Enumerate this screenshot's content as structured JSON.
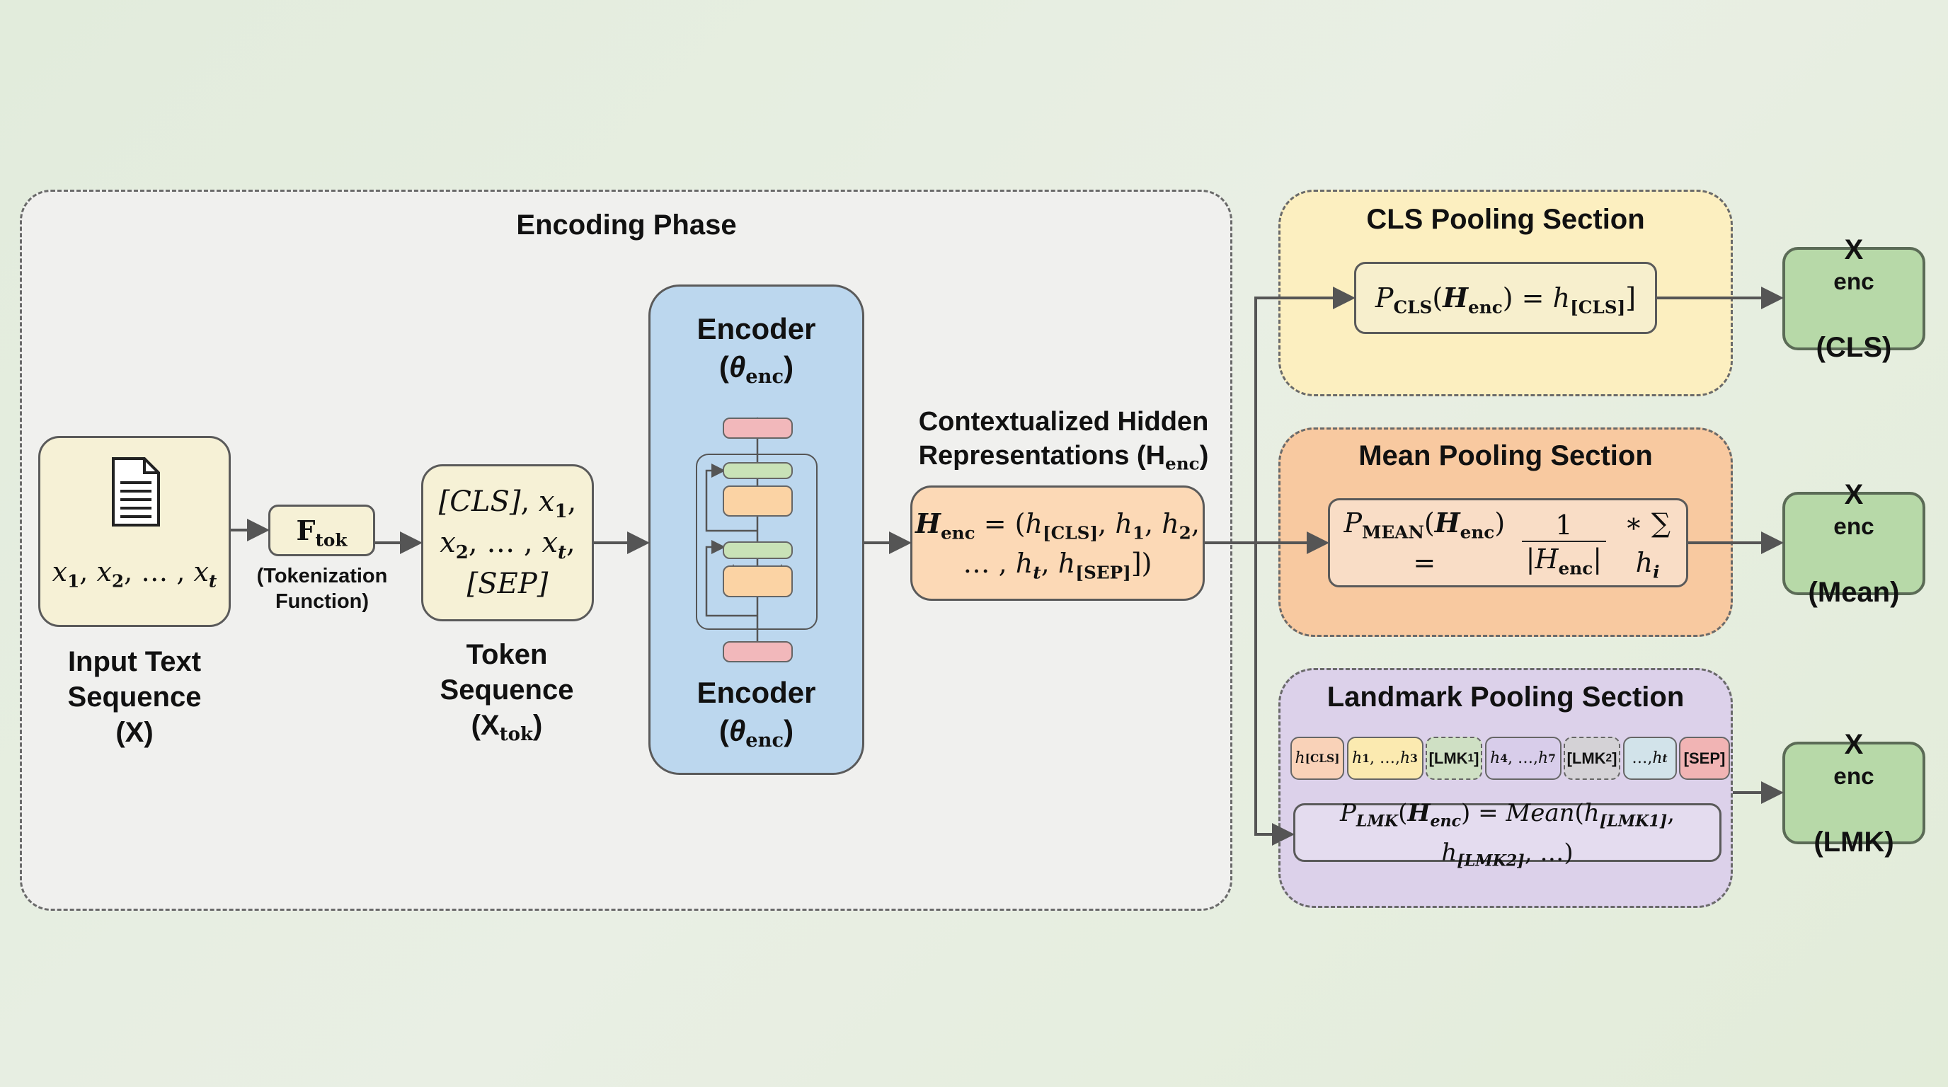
{
  "colors": {
    "encoding_phase_bg": "#f0f0ee",
    "input_box": "#f6f1d6",
    "encoder": "#bcd7ee",
    "hidden_repr": "#fcd9b6",
    "cls_section": "#fcefc0",
    "mean_section": "#f8c9a0",
    "lmk_section": "#dcd1ea",
    "output": "#b7d9a8",
    "layer_red": "#f2b8bb",
    "layer_green": "#c9e2b7",
    "layer_orange": "#fbd3a4"
  },
  "encoding_phase": {
    "title": "Encoding Phase"
  },
  "input": {
    "icon": "document-icon",
    "sequence": [
      {
        "t": "x",
        "s": "i"
      },
      {
        "t": "1",
        "s": "sub"
      },
      {
        "t": ", "
      },
      {
        "t": "x",
        "s": "i"
      },
      {
        "t": "2",
        "s": "sub"
      },
      {
        "t": ", … , "
      },
      {
        "t": "x",
        "s": "i"
      },
      {
        "t": "t",
        "s": "subi"
      }
    ],
    "label": [
      {
        "t": "Input Text"
      },
      {
        "t": "br"
      },
      {
        "t": "Sequence"
      },
      {
        "t": "br"
      },
      {
        "t": "(X)"
      }
    ]
  },
  "tokenizer": {
    "name": [
      {
        "t": "F",
        "s": "b"
      },
      {
        "t": "tok",
        "s": "subb"
      }
    ],
    "label": [
      {
        "t": "(Tokenization"
      },
      {
        "t": "br"
      },
      {
        "t": "Function)"
      }
    ]
  },
  "token_sequence": {
    "content": [
      {
        "t": "[CLS]",
        "s": "i"
      },
      {
        "t": ", "
      },
      {
        "t": "x",
        "s": "i"
      },
      {
        "t": "1",
        "s": "sub"
      },
      {
        "t": ","
      },
      {
        "t": "br"
      },
      {
        "t": "x",
        "s": "i"
      },
      {
        "t": "2",
        "s": "sub"
      },
      {
        "t": ", … , "
      },
      {
        "t": "x",
        "s": "i"
      },
      {
        "t": "t",
        "s": "subi"
      },
      {
        "t": ","
      },
      {
        "t": "br"
      },
      {
        "t": "[SEP]",
        "s": "i"
      }
    ],
    "label": [
      {
        "t": "Token"
      },
      {
        "t": "br"
      },
      {
        "t": "Sequence"
      },
      {
        "t": "br"
      },
      {
        "t": "(X"
      },
      {
        "t": "tok",
        "s": "sub"
      },
      {
        "t": ")"
      }
    ]
  },
  "encoder": {
    "top_label": [
      {
        "t": "Encoder"
      },
      {
        "t": "br"
      },
      {
        "t": "("
      },
      {
        "t": "θ",
        "s": "bi"
      },
      {
        "t": "enc",
        "s": "sub"
      },
      {
        "t": ")"
      }
    ],
    "bottom_label": [
      {
        "t": "Encoder"
      },
      {
        "t": "br"
      },
      {
        "t": "("
      },
      {
        "t": "θ",
        "s": "bi"
      },
      {
        "t": "enc",
        "s": "sub"
      },
      {
        "t": ")"
      }
    ]
  },
  "hidden": {
    "label": [
      {
        "t": "Contextualized Hidden"
      },
      {
        "t": "br"
      },
      {
        "t": "Representations (H"
      },
      {
        "t": "enc",
        "s": "sub"
      },
      {
        "t": ")"
      }
    ],
    "formula": [
      {
        "t": "H",
        "s": "bi"
      },
      {
        "t": "enc",
        "s": "sub"
      },
      {
        "t": " = ("
      },
      {
        "t": "h",
        "s": "i"
      },
      {
        "t": "[CLS]",
        "s": "sub"
      },
      {
        "t": ", "
      },
      {
        "t": "h",
        "s": "i"
      },
      {
        "t": "1",
        "s": "sub"
      },
      {
        "t": ", "
      },
      {
        "t": "h",
        "s": "i"
      },
      {
        "t": "2",
        "s": "sub"
      },
      {
        "t": ","
      },
      {
        "t": "br"
      },
      {
        "t": "… , "
      },
      {
        "t": "h",
        "s": "i"
      },
      {
        "t": "t",
        "s": "subi"
      },
      {
        "t": ", "
      },
      {
        "t": "h",
        "s": "i"
      },
      {
        "t": "[SEP]",
        "s": "sub"
      },
      {
        "t": "])"
      }
    ]
  },
  "cls": {
    "title": "CLS Pooling Section",
    "formula": [
      {
        "t": "P",
        "s": "i"
      },
      {
        "t": "CLS",
        "s": "sub"
      },
      {
        "t": "("
      },
      {
        "t": "H",
        "s": "bi"
      },
      {
        "t": "enc",
        "s": "sub"
      },
      {
        "t": ") = "
      },
      {
        "t": "h",
        "s": "i"
      },
      {
        "t": "[CLS]",
        "s": "sub"
      },
      {
        "t": "]"
      }
    ],
    "output": [
      {
        "t": "X",
        "s": "b"
      },
      {
        "t": "enc",
        "s": "subb"
      },
      {
        "t": "br"
      },
      {
        "t": "(CLS)"
      }
    ]
  },
  "mean": {
    "title": "Mean Pooling Section",
    "formula_left": [
      {
        "t": "P",
        "s": "i"
      },
      {
        "t": "MEAN",
        "s": "sub"
      },
      {
        "t": "("
      },
      {
        "t": "H",
        "s": "bi"
      },
      {
        "t": "enc",
        "s": "sub"
      },
      {
        "t": ") = "
      }
    ],
    "numerator": "1",
    "denominator": [
      {
        "t": "|"
      },
      {
        "t": "H",
        "s": "i"
      },
      {
        "t": "enc",
        "s": "sub"
      },
      {
        "t": "|"
      }
    ],
    "formula_right": [
      {
        "t": " ∗ ∑ "
      },
      {
        "t": "h",
        "s": "i"
      },
      {
        "t": "i",
        "s": "subi"
      }
    ],
    "output": [
      {
        "t": "X",
        "s": "b"
      },
      {
        "t": "enc",
        "s": "subb"
      },
      {
        "t": "br"
      },
      {
        "t": "(Mean)"
      }
    ]
  },
  "lmk": {
    "title": "Landmark Pooling Section",
    "tokens": [
      {
        "content": [
          {
            "t": "h",
            "s": "i"
          },
          {
            "t": "[CLS]",
            "s": "sub"
          }
        ],
        "color": "#f9d2b8",
        "dashed": false,
        "sans": false
      },
      {
        "content": [
          {
            "t": "h",
            "s": "i"
          },
          {
            "t": "1",
            "s": "sub"
          },
          {
            "t": ", …, "
          },
          {
            "t": "h",
            "s": "i"
          },
          {
            "t": "3",
            "s": "sub"
          }
        ],
        "color": "#fbeab0",
        "dashed": false,
        "sans": false
      },
      {
        "content": [
          {
            "t": "[LMK"
          },
          {
            "t": "1",
            "s": "sub"
          },
          {
            "t": "]"
          }
        ],
        "color": "#cfe0c4",
        "dashed": true,
        "sans": true
      },
      {
        "content": [
          {
            "t": "h",
            "s": "i"
          },
          {
            "t": "4",
            "s": "sub"
          },
          {
            "t": ", …, "
          },
          {
            "t": "h",
            "s": "i"
          },
          {
            "t": "7",
            "s": "sub"
          }
        ],
        "color": "#d8cdea",
        "dashed": false,
        "sans": false
      },
      {
        "content": [
          {
            "t": "[LMK"
          },
          {
            "t": "2",
            "s": "sub"
          },
          {
            "t": "]"
          }
        ],
        "color": "#d4d2d6",
        "dashed": true,
        "sans": true
      },
      {
        "content": [
          {
            "t": "…, "
          },
          {
            "t": "h",
            "s": "i"
          },
          {
            "t": "t",
            "s": "subi"
          }
        ],
        "color": "#d2e3ea",
        "dashed": false,
        "sans": false
      },
      {
        "content": [
          {
            "t": "[SEP]"
          }
        ],
        "color": "#f1b4b4",
        "dashed": false,
        "sans": true
      }
    ],
    "formula": [
      {
        "t": "P",
        "s": "i"
      },
      {
        "t": "LMK",
        "s": "subi"
      },
      {
        "t": "("
      },
      {
        "t": "H",
        "s": "bi"
      },
      {
        "t": "enc",
        "s": "subi"
      },
      {
        "t": ") = "
      },
      {
        "t": "Mean",
        "s": "i"
      },
      {
        "t": "("
      },
      {
        "t": "h",
        "s": "i"
      },
      {
        "t": "[LMK1]",
        "s": "subi"
      },
      {
        "t": ", "
      },
      {
        "t": "h",
        "s": "i"
      },
      {
        "t": "[LMK2]",
        "s": "subi"
      },
      {
        "t": ", …)"
      }
    ],
    "output": [
      {
        "t": "X",
        "s": "b"
      },
      {
        "t": "enc",
        "s": "subb"
      },
      {
        "t": "br"
      },
      {
        "t": "(LMK)"
      }
    ]
  }
}
